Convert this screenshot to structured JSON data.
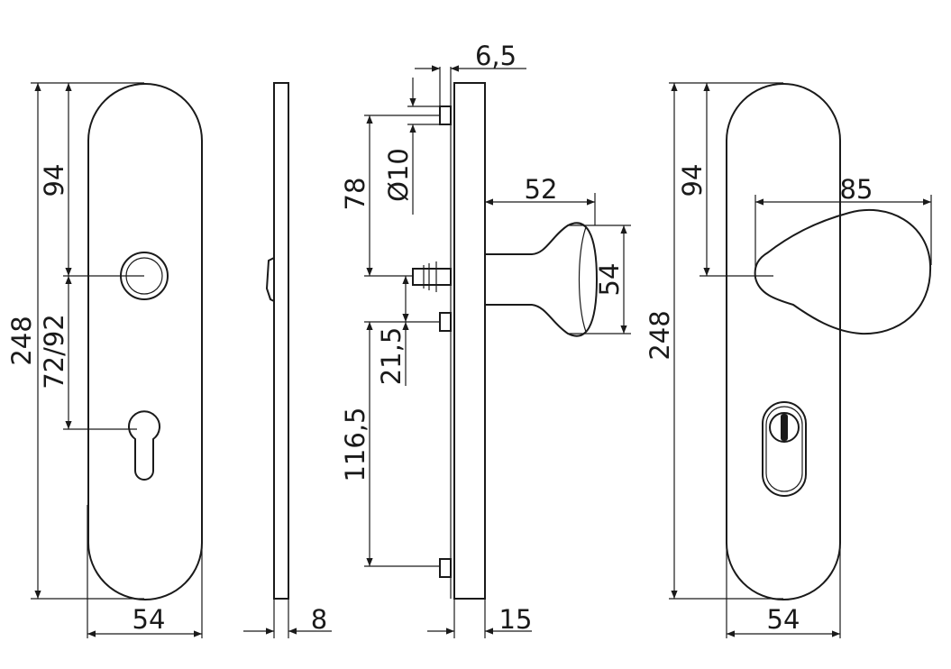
{
  "front_view": {
    "height": "248",
    "upper_distance": "94",
    "lower_distance": "72/92",
    "width": "54"
  },
  "side_view": {
    "thickness": "8"
  },
  "knob_side_view": {
    "pin_offset": "6,5",
    "pin_diameter": "Ø10",
    "upper_to_spindle": "78",
    "spindle_to_pin": "21,5",
    "lower_distance": "116,5",
    "projection": "52",
    "knob_height": "54",
    "plate_thickness": "15"
  },
  "knob_front_view": {
    "upper_distance": "94",
    "knob_width": "85",
    "height": "248",
    "width": "54"
  }
}
